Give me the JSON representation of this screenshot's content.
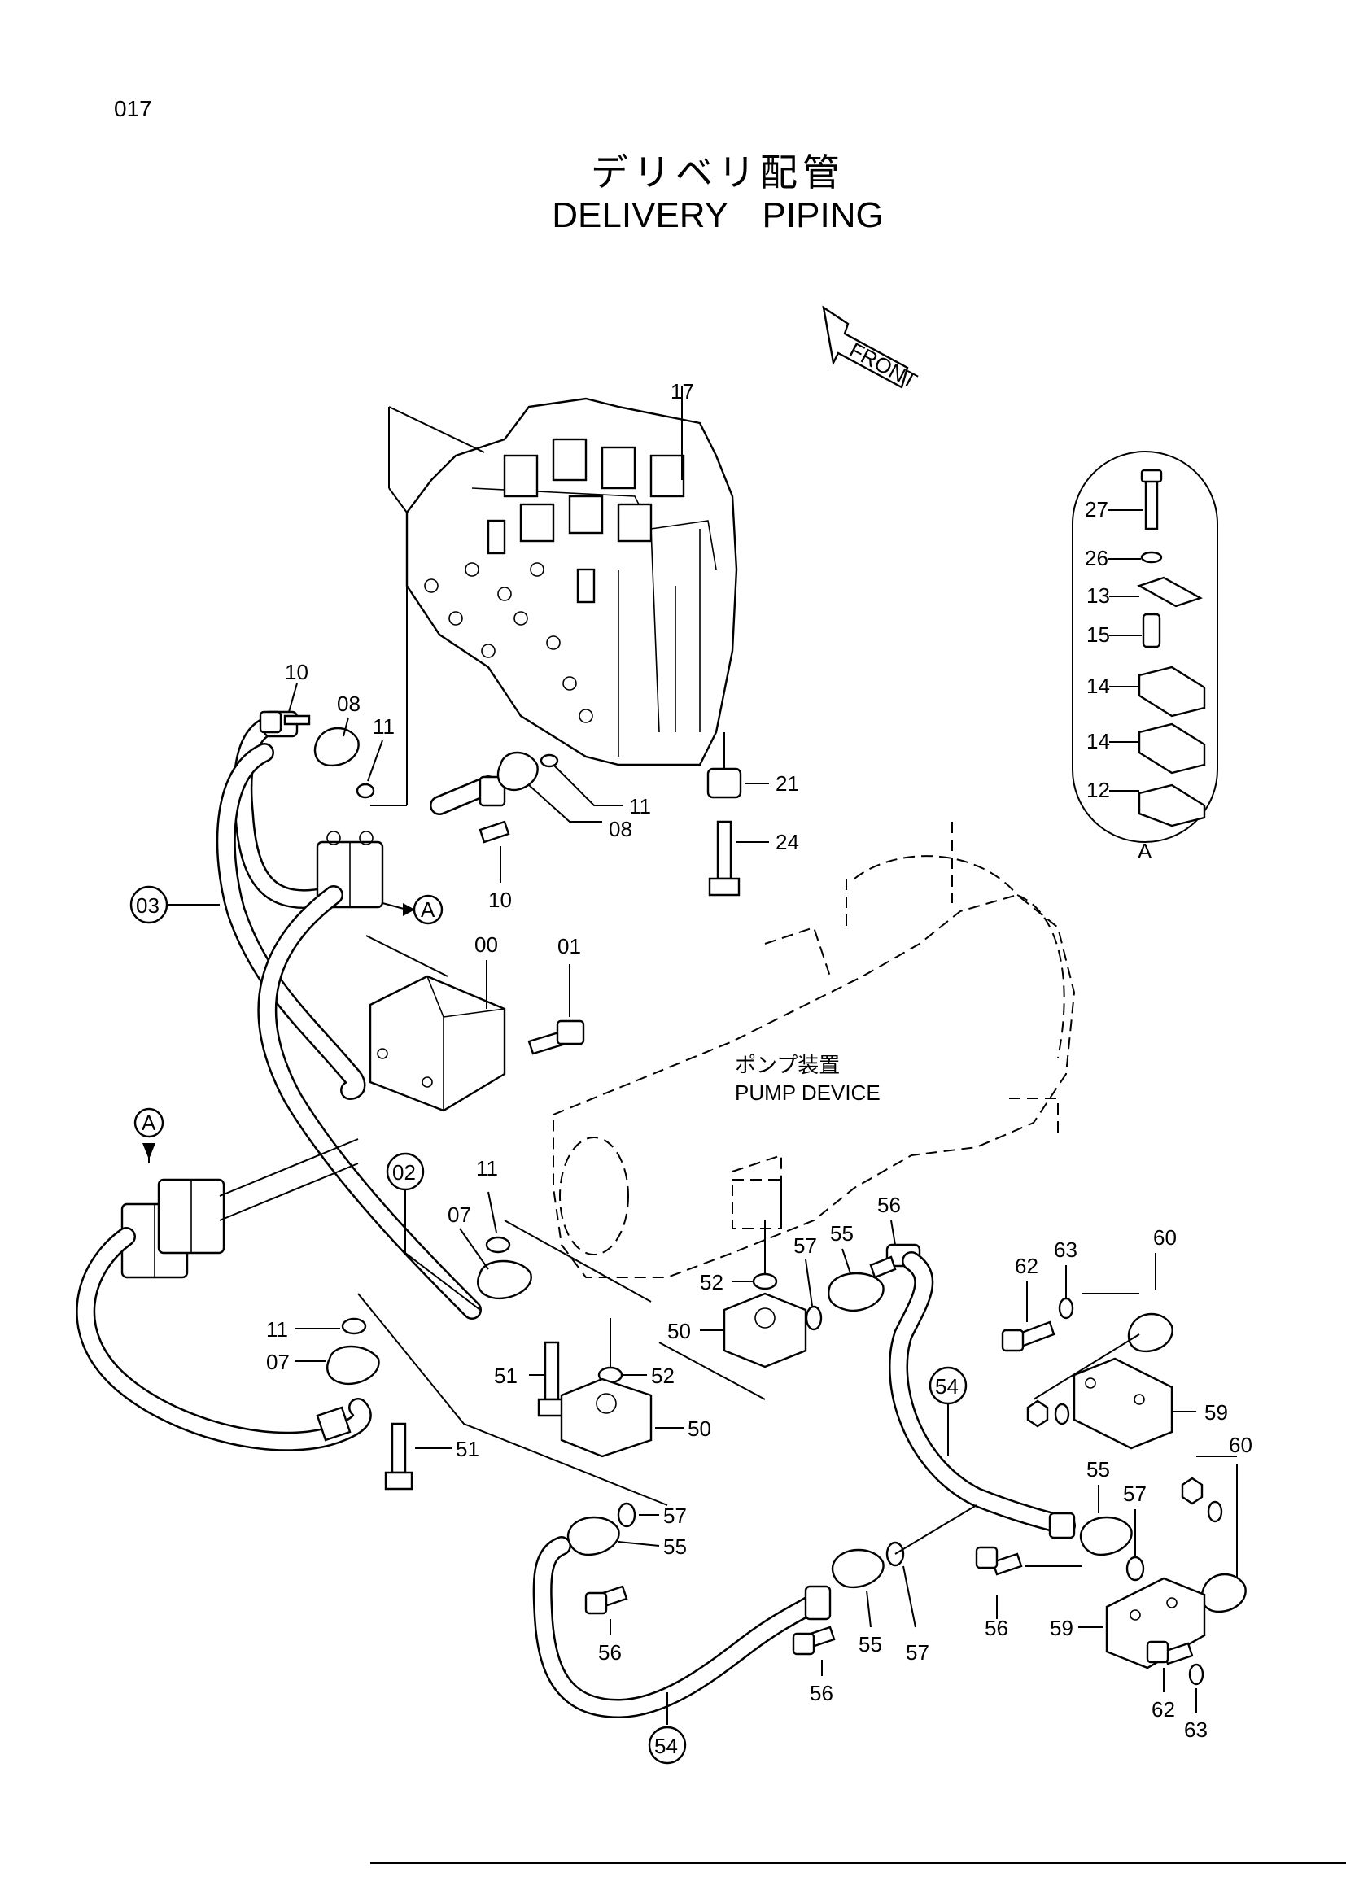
{
  "page_number": "017",
  "title_jp": "デリベリ配管",
  "title_en": "DELIVERY   PIPING",
  "front_label": "FRONT",
  "pump_label_jp": "ポンプ装置",
  "pump_label_en": "PUMP DEVICE",
  "detail_view_label": "A",
  "callouts": {
    "p17": "17",
    "p10a": "10",
    "p08a": "08",
    "p11a": "11",
    "p11b": "11",
    "p08b": "08",
    "p10b": "10",
    "p21": "21",
    "p24": "24",
    "p03": "03",
    "pA1": "A",
    "p00": "00",
    "p01": "01",
    "pA2": "A",
    "p02": "02",
    "p11c": "11",
    "p07a": "07",
    "p11d": "11",
    "p07b": "07",
    "p51a": "51",
    "p51b": "51",
    "p52a": "52",
    "p52b": "52",
    "p50a": "50",
    "p50b": "50",
    "p57a": "57",
    "p55a": "55",
    "p56a": "56",
    "p57b": "57",
    "p55b": "55",
    "p56b": "56",
    "p54a": "54",
    "p55c": "55",
    "p57c": "57",
    "p56c": "56",
    "p54b": "54",
    "p55d": "55",
    "p57d": "57",
    "p56d": "56",
    "p62a": "62",
    "p63a": "63",
    "p60a": "60",
    "p59a": "59",
    "p60b": "60",
    "p59b": "59",
    "p62b": "62",
    "p63b": "63",
    "p27": "27",
    "p26": "26",
    "p13": "13",
    "p15": "15",
    "p14a": "14",
    "p14b": "14",
    "p12": "12"
  }
}
